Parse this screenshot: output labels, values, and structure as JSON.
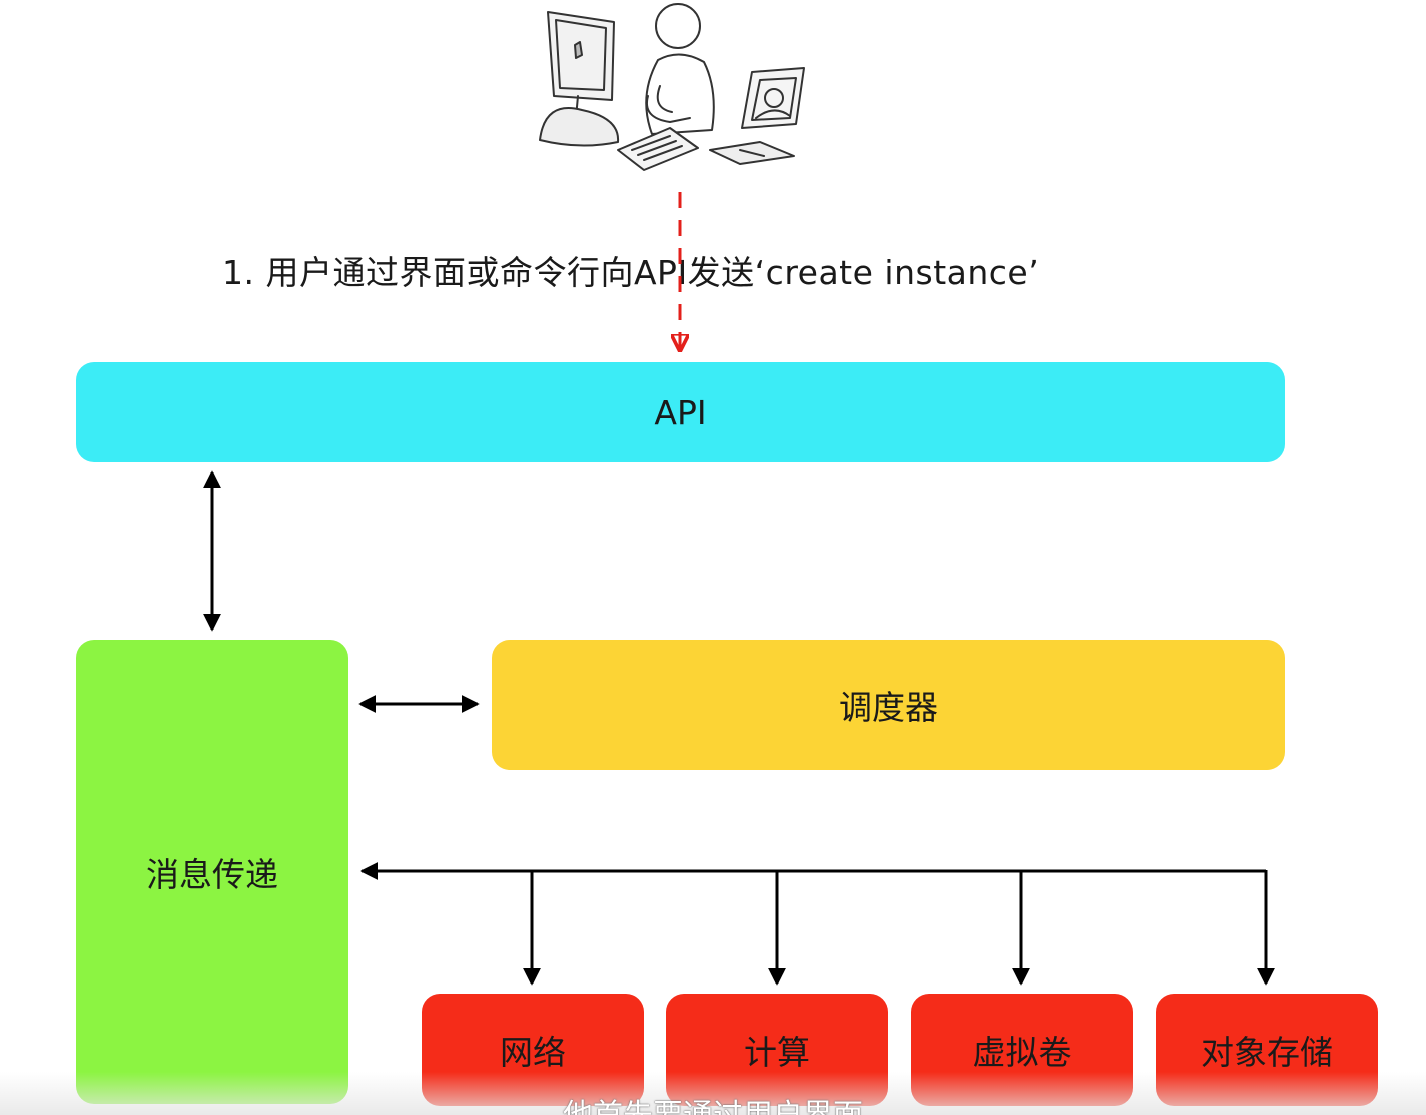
{
  "step": {
    "label": "1. 用户通过界面或命令行向API发送‘create instance’"
  },
  "boxes": {
    "api": "API",
    "messaging": "消息传递",
    "scheduler": "调度器"
  },
  "services": [
    {
      "label": "网络"
    },
    {
      "label": "计算"
    },
    {
      "label": "虚拟卷"
    },
    {
      "label": "对象存储"
    }
  ],
  "caption": "他首先要通过用户界面",
  "colors": {
    "api": "#3cecf6",
    "messaging": "#8cf442",
    "scheduler": "#fcd435",
    "service": "#f52c19",
    "request_arrow": "#e3201b",
    "connector": "#000000"
  },
  "icons": [
    "computer-icon",
    "person-icon",
    "document-icon",
    "photo-frame-icon"
  ]
}
